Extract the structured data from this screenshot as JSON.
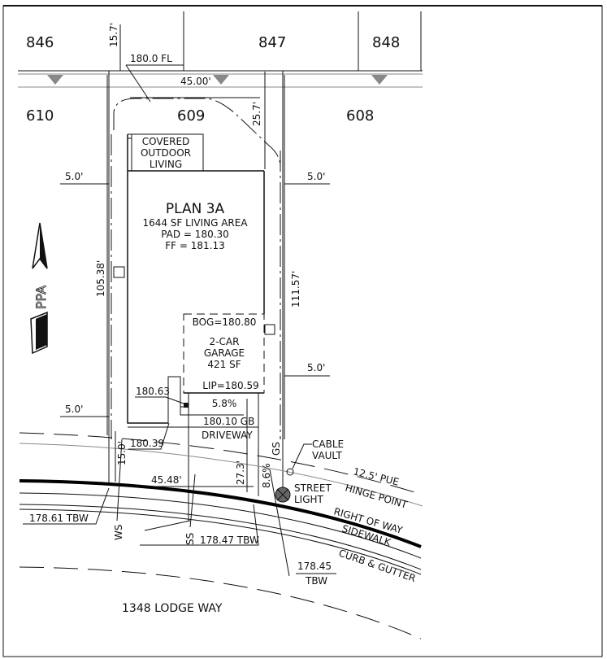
{
  "lots": {
    "top_left": "846",
    "top_mid": "847",
    "top_right": "848",
    "left": "610",
    "center": "609",
    "right": "608"
  },
  "plan": {
    "title": "PLAN 3A",
    "living_area": "1644 SF LIVING AREA",
    "pad": "PAD = 180.30",
    "ff": "FF = 181.13"
  },
  "patio": {
    "line1": "COVERED",
    "line2": "OUTDOOR",
    "line3": "LIVING"
  },
  "garage": {
    "bog": "BOG=180.80",
    "line1": "2-CAR",
    "line2": "GARAGE",
    "line3": "421 SF",
    "lip": "LIP=180.59"
  },
  "dimensions": {
    "rear_setback": "15.7'",
    "fl_elev": "180.0 FL",
    "rear_width": "45.00'",
    "right_rear_depth": "25.7'",
    "left_side_setback": "5.0'",
    "right_side_setback": "5.0'",
    "right_garage_setback": "5.0'",
    "left_front_setback": "5.0'",
    "left_depth": "105.38'",
    "right_depth": "111.57'",
    "front_setback": "15.0'",
    "front_width": "45.48'",
    "driveway_depth": "27.3'",
    "driveway_slope_right": "8.6%",
    "driveway_slope": "5.8%"
  },
  "elevations": {
    "step": "180.63",
    "gb": "180.10 GB",
    "driveway": "DRIVEWAY",
    "corner": "180.39",
    "tbw_left": "178.61 TBW",
    "tbw_mid": "178.47 TBW",
    "tbw_right_value": "178.45",
    "tbw_right_label": "TBW"
  },
  "utilities": {
    "ws": "WS",
    "ss": "SS",
    "gs": "GS",
    "cable_line1": "CABLE",
    "cable_line2": "VAULT",
    "street_light_line1": "STREET",
    "street_light_line2": "LIGHT"
  },
  "street_labels": {
    "pue": "12.5' PUE",
    "hinge": "HINGE POINT",
    "row": "RIGHT OF WAY",
    "sidewalk": "SIDEWALK",
    "curb": "CURB & GUTTER",
    "street_name": "1348 LODGE WAY"
  },
  "north_arrow": {
    "logo": "PPA"
  }
}
